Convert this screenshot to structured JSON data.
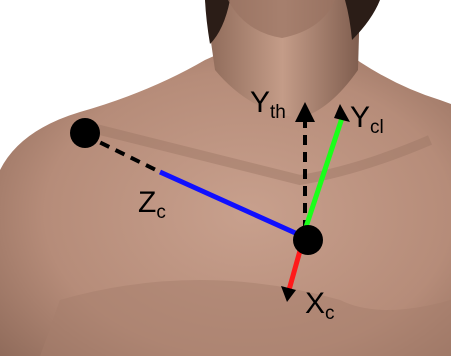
{
  "axes": {
    "y_thorax": {
      "main": "Y",
      "sub": "th",
      "color": "#000000",
      "style": "dashed"
    },
    "y_clavicle": {
      "main": "Y",
      "sub": "cl",
      "color": "#1aff1a",
      "style": "solid"
    },
    "z_c": {
      "main": "Z",
      "sub": "c",
      "color": "#1010ff",
      "style": "solid",
      "extension_color": "#000000"
    },
    "x_c": {
      "main": "X",
      "sub": "c",
      "color": "#ff1a1a",
      "style": "solid"
    }
  },
  "markers": {
    "origin": {
      "shape": "filled-circle",
      "color": "#000000"
    },
    "acromion": {
      "shape": "filled-circle",
      "color": "#000000"
    }
  },
  "background": {
    "subject": "shoulder-and-neck-photo",
    "skin_tone": "#c09583"
  }
}
